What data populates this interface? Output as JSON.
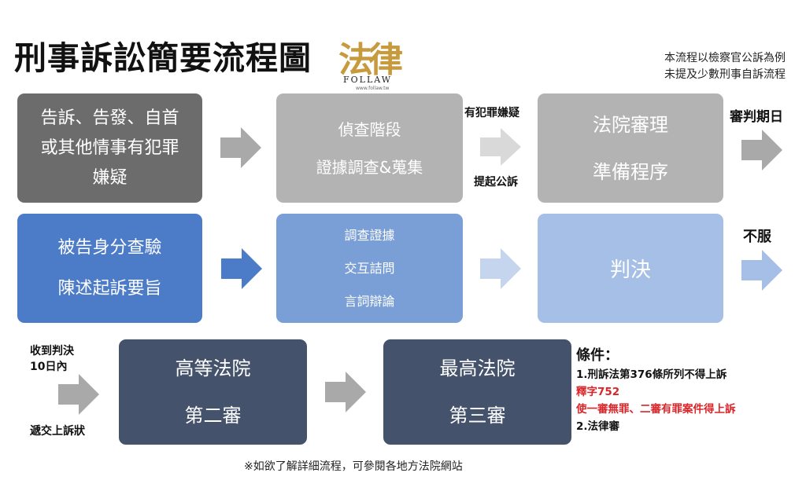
{
  "title": "刑事訴訟簡要流程圖",
  "logo": {
    "glyph": "法律",
    "word": "FOLLAW",
    "url": "www.follaw.tw"
  },
  "note": [
    "本流程以檢察官公訴為例",
    "未提及少數刑事自訴流程"
  ],
  "row1": {
    "box1": [
      "告訴、告發、自首",
      "或其他情事有犯罪",
      "嫌疑"
    ],
    "box2": [
      "偵查階段",
      "證據調查&蒐集"
    ],
    "label_above": "有犯罪嫌疑",
    "label_below": "提起公訴",
    "box3": [
      "法院審理",
      "準備程序"
    ],
    "label_end": "審判期日"
  },
  "row2": {
    "box1": [
      "被告身分查驗",
      "陳述起訴要旨"
    ],
    "box2": [
      "調查證據",
      "交互詰問",
      "言詞辯論"
    ],
    "box3": "判決",
    "label_end": "不服"
  },
  "row3": {
    "label_top": [
      "收到判決",
      "10日內"
    ],
    "label_bottom": "遞交上訴狀",
    "box1": [
      "高等法院",
      "第二審"
    ],
    "box2": [
      "最高法院",
      "第三審"
    ]
  },
  "conditions": {
    "heading": "條件：",
    "item1": "1.刑訴法第376條所列不得上訴",
    "red1": "釋字752",
    "red2": "使一審無罪、二審有罪案件得上訴",
    "item2": "2.法律審"
  },
  "footer": "※如欲了解詳細流程，可參閱各地方法院網站",
  "colors": {
    "gray_dark": "#6c6c6c",
    "gray_light": "#b3b3b3",
    "blue_mid": "#4c7bc8",
    "blue_soft": "#7a9fd6",
    "blue_pale": "#a6bfe6",
    "navy": "#44536b",
    "red": "#d9252a",
    "logo_gold": "#c79a3e"
  }
}
